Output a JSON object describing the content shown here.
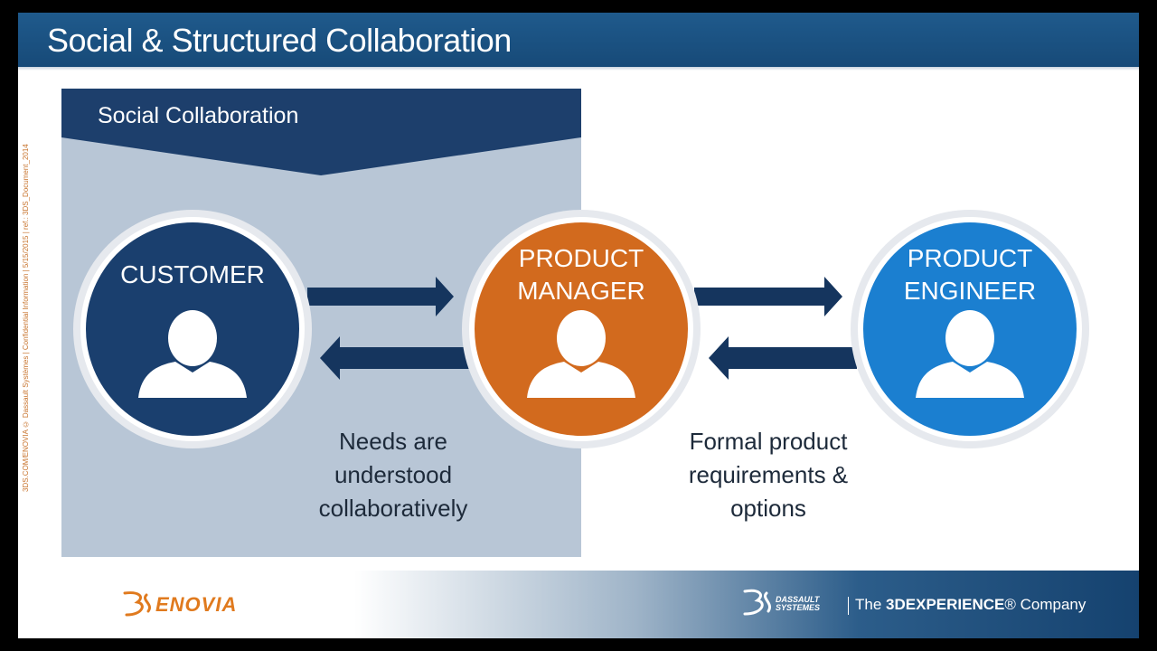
{
  "slide": {
    "title": "Social & Structured Collaboration",
    "side_note": "3DS.COM/ENOVIA © Dassault Systèmes | Confidential Information | 5/15/2015 | ref.: 3DS_Document_2014"
  },
  "social_panel": {
    "label": "Social Collaboration"
  },
  "nodes": [
    {
      "label": "CUSTOMER",
      "color": "#1a3f6e",
      "icon": "person-icon"
    },
    {
      "label": "PRODUCT MANAGER",
      "line1": "PRODUCT",
      "line2": "MANAGER",
      "color": "#d26a1e",
      "icon": "person-icon"
    },
    {
      "label": "PRODUCT ENGINEER",
      "line1": "PRODUCT",
      "line2": "ENGINEER",
      "color": "#1b7fd0",
      "icon": "person-icon"
    }
  ],
  "captions": {
    "left": [
      "Needs are",
      "understood",
      "collaboratively"
    ],
    "right": [
      "Formal product",
      "requirements &",
      "options"
    ]
  },
  "arrows": {
    "color": "#15355e",
    "pairs": [
      {
        "between": [
          "CUSTOMER",
          "PRODUCT MANAGER"
        ]
      },
      {
        "between": [
          "PRODUCT MANAGER",
          "PRODUCT ENGINEER"
        ]
      }
    ]
  },
  "footer": {
    "left_logo": "ENOVIA",
    "right_brand_line1": "DASSAULT",
    "right_brand_line2": "SYSTEMES",
    "tagline_prefix": "The ",
    "tagline_bold": "3DEXPERIENCE",
    "tagline_suffix": "® Company"
  },
  "colors": {
    "title_bar": "#1f5a8c",
    "panel": "#b8c6d6",
    "banner": "#1d3f6c",
    "accent_orange": "#e07a1e"
  }
}
